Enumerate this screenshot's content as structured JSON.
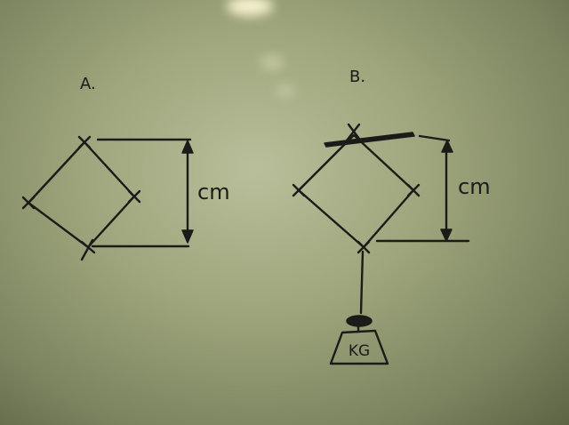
{
  "figure_labels": {
    "a": "A.",
    "b": "B."
  },
  "measurements": {
    "a": "cm",
    "b": "cm"
  },
  "weight_label": "KG",
  "colors": {
    "background": "#a4ab82",
    "ink": "#1b1b18"
  }
}
